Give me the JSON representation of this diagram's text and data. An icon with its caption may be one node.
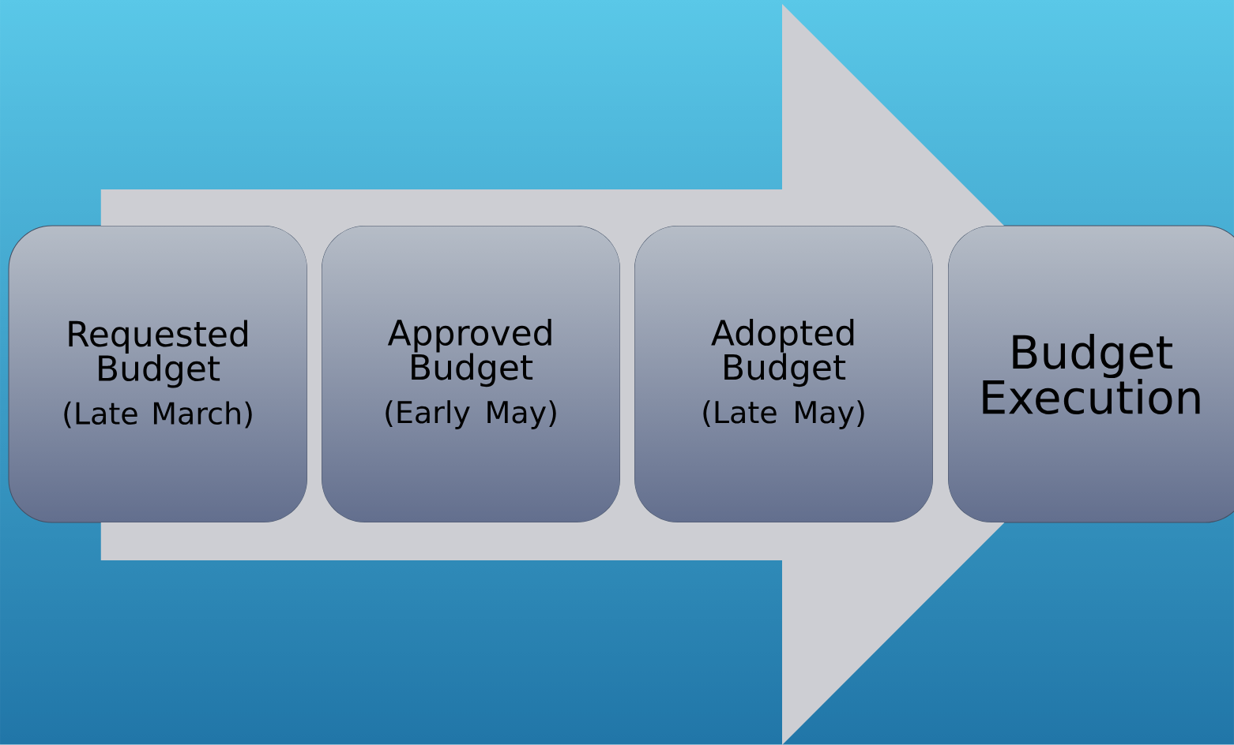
{
  "diagram": {
    "nodes": [
      {
        "text": [
          "Requested Budget",
          "(Late March)"
        ]
      },
      {
        "text": [
          "Approved Budget",
          "(Early May)"
        ]
      },
      {
        "text": [
          "Adopted Budget",
          "(Late May)"
        ]
      },
      {
        "text": [
          "Budget Execution"
        ]
      }
    ],
    "edges": [
      {
        "from": 0,
        "to": 3,
        "arrow": "to"
      }
    ]
  }
}
